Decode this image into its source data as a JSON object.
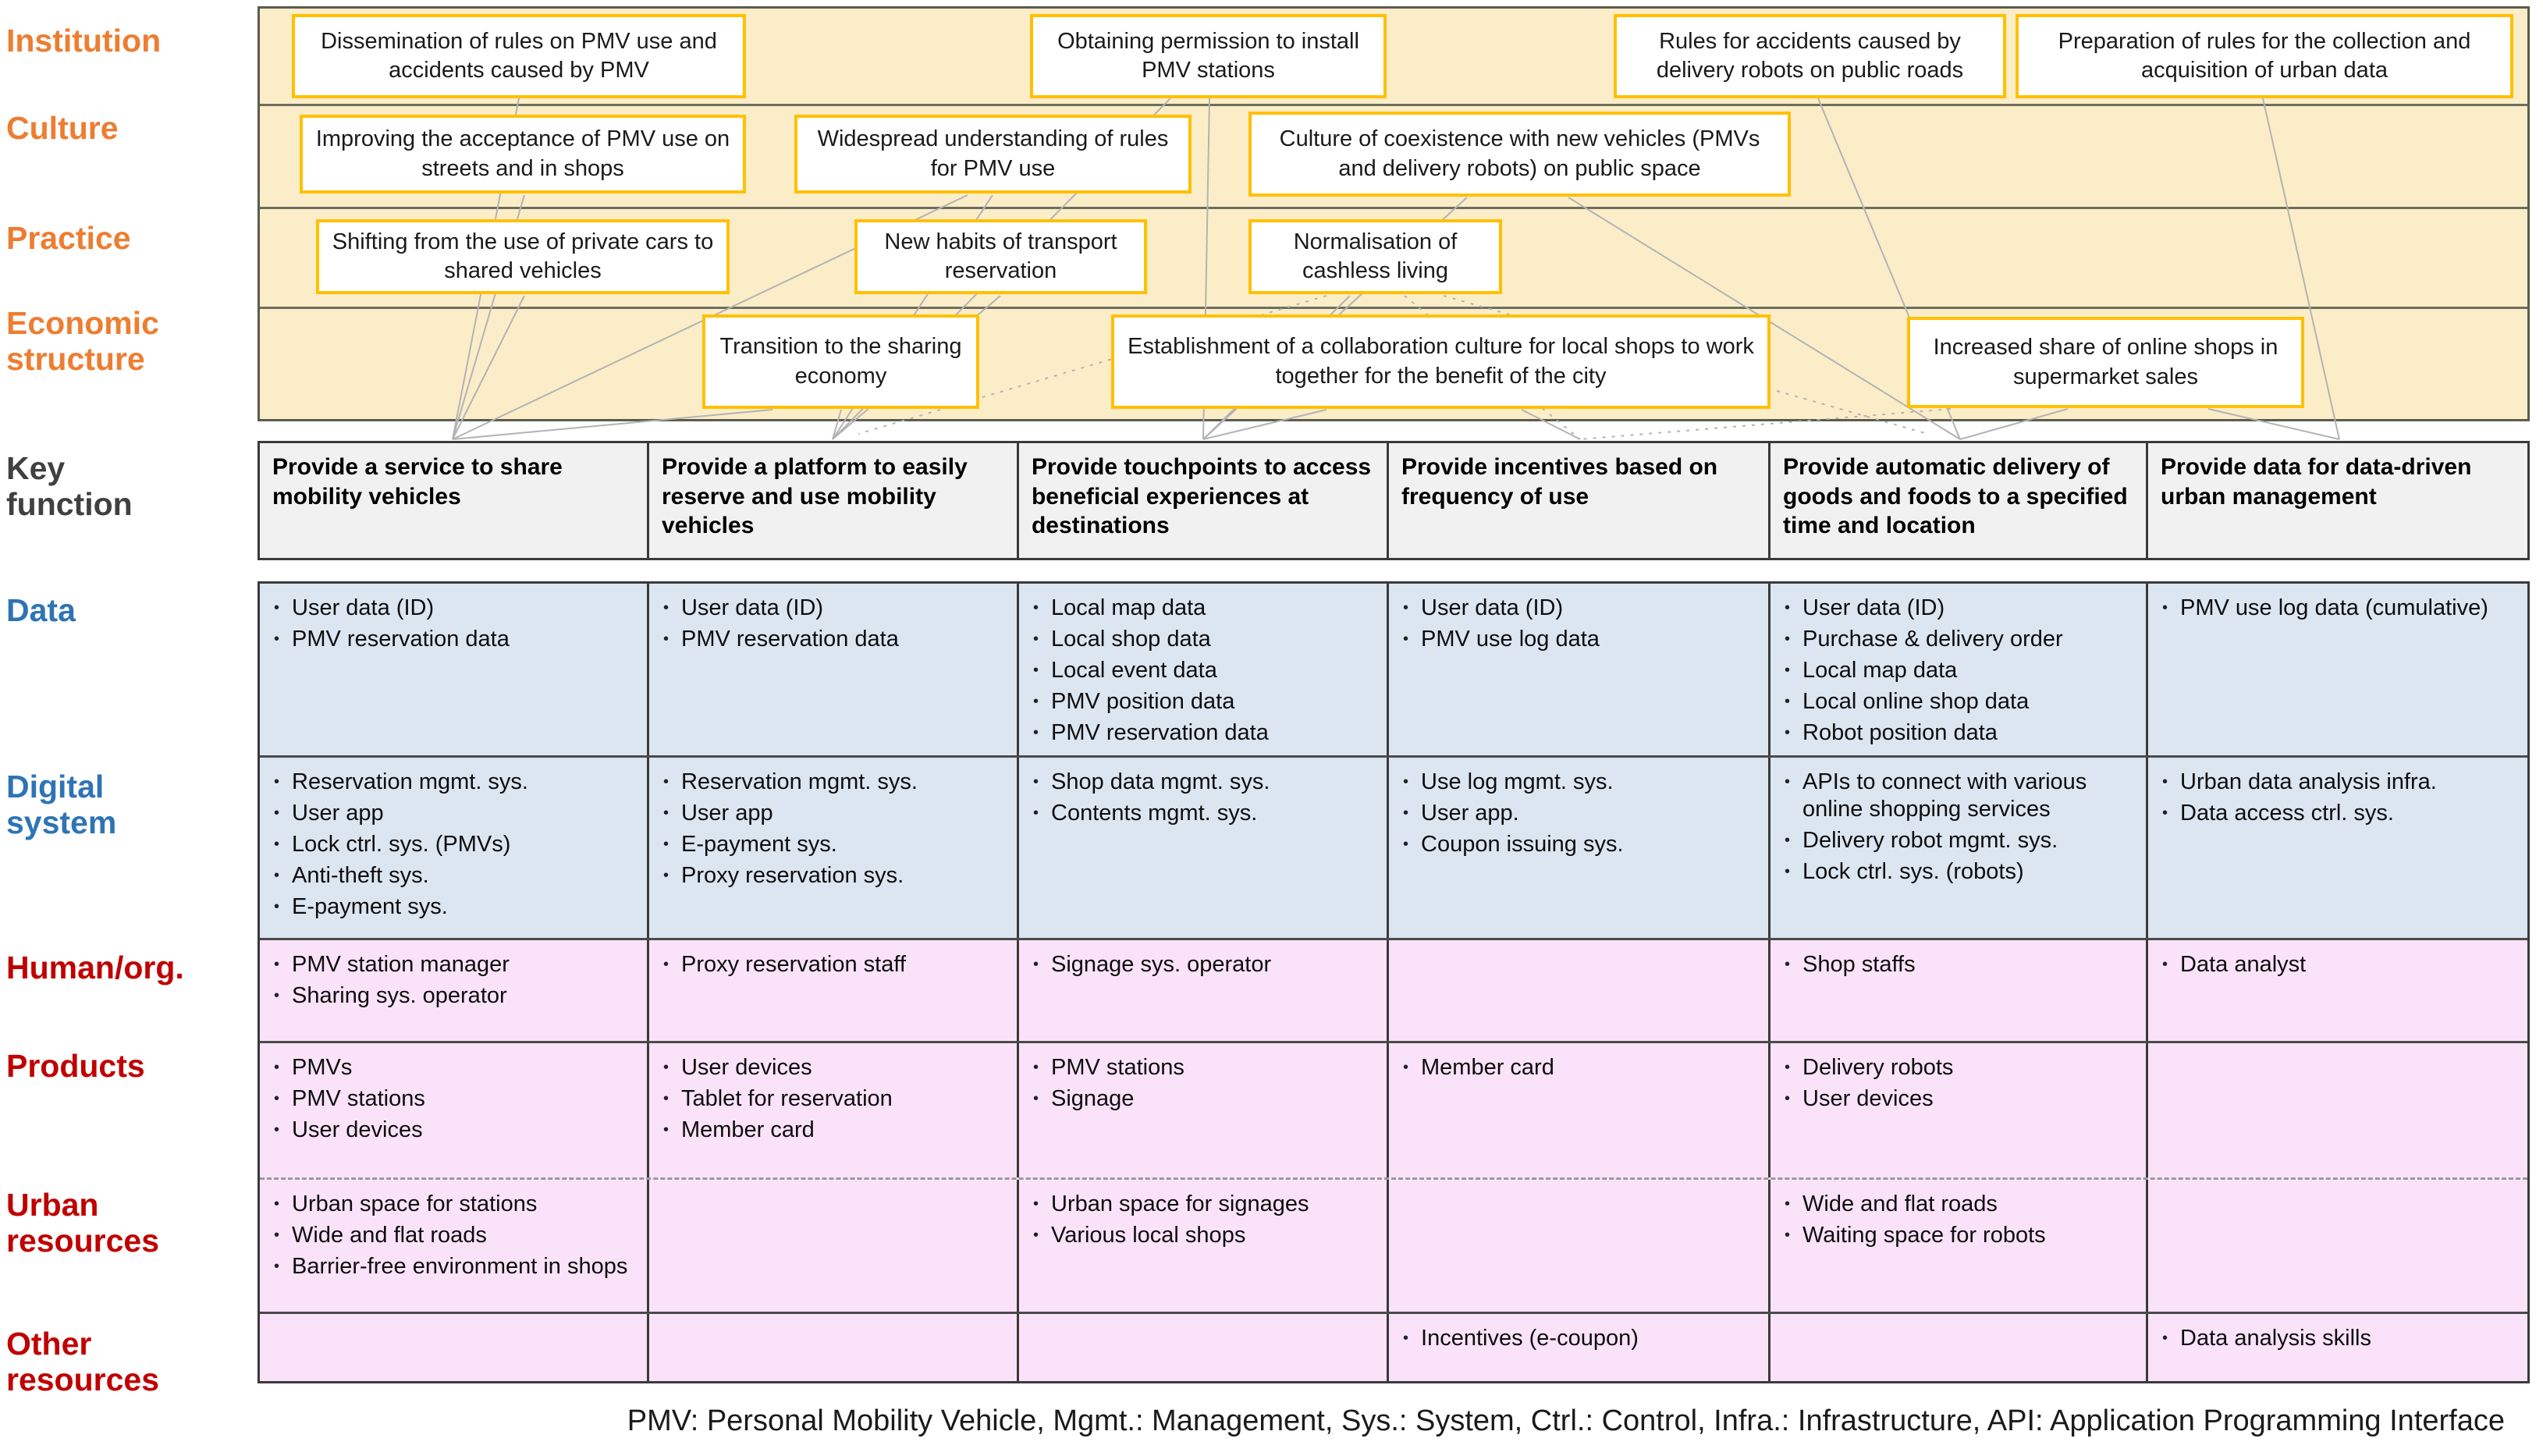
{
  "row_labels": {
    "institution": "Institution",
    "culture": "Culture",
    "practice": "Practice",
    "economic": "Economic structure",
    "key_function": "Key function",
    "data": "Data",
    "digital_system": "Digital system",
    "human_org": "Human/org.",
    "products": "Products",
    "urban_resources": "Urban resources",
    "other_resources": "Other resources"
  },
  "top_boxes": {
    "institution": [
      "Dissemination of rules on PMV use and accidents caused by PMV",
      "Obtaining permission to install PMV stations",
      "Rules for accidents caused by delivery robots on public roads",
      "Preparation of rules for the collection and acquisition of urban data"
    ],
    "culture": [
      "Improving the acceptance of PMV use on streets and in shops",
      "Widespread understanding of rules for PMV use",
      "Culture of coexistence with new vehicles (PMVs and delivery robots) on public space"
    ],
    "practice": [
      "Shifting from the use of private cars to shared vehicles",
      "New habits of transport reservation",
      "Normalisation of cashless living"
    ],
    "economic": [
      "Transition to the sharing economy",
      "Establishment of a collaboration culture for local shops to work together for the benefit of the city",
      "Increased share of online shops in supermarket sales"
    ]
  },
  "key_functions": [
    "Provide a service to share mobility vehicles",
    "Provide a platform to easily reserve and use mobility vehicles",
    "Provide touchpoints to access beneficial experiences at destinations",
    "Provide incentives based on frequency of use",
    "Provide automatic delivery of goods and foods to a specified time and location",
    "Provide data for data-driven urban management"
  ],
  "rows": {
    "data": [
      [
        "User data (ID)",
        "PMV reservation data"
      ],
      [
        "User data (ID)",
        "PMV reservation data"
      ],
      [
        "Local map data",
        "Local shop data",
        "Local event data",
        "PMV position data",
        "PMV reservation data"
      ],
      [
        "User data (ID)",
        "PMV use log data"
      ],
      [
        "User data (ID)",
        "Purchase & delivery order",
        "Local map data",
        "Local online shop data",
        "Robot position data"
      ],
      [
        "PMV use log data (cumulative)"
      ]
    ],
    "digital_system": [
      [
        "Reservation mgmt. sys.",
        "User app",
        "Lock ctrl. sys. (PMVs)",
        "Anti-theft sys.",
        "E-payment sys."
      ],
      [
        "Reservation mgmt. sys.",
        "User app",
        "E-payment sys.",
        "Proxy reservation sys."
      ],
      [
        "Shop data mgmt. sys.",
        "Contents mgmt. sys."
      ],
      [
        "Use log mgmt. sys.",
        "User app.",
        "Coupon issuing sys."
      ],
      [
        "APIs to connect with various online shopping services",
        "Delivery robot mgmt. sys.",
        "Lock ctrl. sys. (robots)"
      ],
      [
        "Urban data analysis infra.",
        "Data access ctrl. sys."
      ]
    ],
    "human_org": [
      [
        "PMV station manager",
        "Sharing sys. operator"
      ],
      [
        "Proxy reservation staff"
      ],
      [
        "Signage sys. operator"
      ],
      [],
      [
        "Shop staffs"
      ],
      [
        "Data analyst"
      ]
    ],
    "products": [
      [
        "PMVs",
        "PMV stations",
        "User devices"
      ],
      [
        "User devices",
        "Tablet for reservation",
        "Member card"
      ],
      [
        "PMV stations",
        "Signage"
      ],
      [
        "Member card"
      ],
      [
        "Delivery robots",
        "User devices"
      ],
      []
    ],
    "urban_resources": [
      [
        "Urban space for stations",
        "Wide and flat roads",
        "Barrier-free environment in shops"
      ],
      [],
      [
        "Urban space for signages",
        "Various local shops"
      ],
      [],
      [
        "Wide and flat roads",
        "Waiting space for robots"
      ],
      []
    ],
    "other_resources": [
      [],
      [],
      [],
      [
        "Incentives (e-coupon)"
      ],
      [],
      [
        "Data analysis skills"
      ]
    ]
  },
  "footer": "PMV: Personal Mobility Vehicle, Mgmt.: Management, Sys.: System, Ctrl.: Control, Infra.: Infrastructure, API: Application Programming Interface",
  "colors": {
    "institution_label": "#ED7D31",
    "key_function_label": "#404040",
    "data_label": "#2E74B5",
    "resource_label": "#C00000",
    "top_section_bg": "#FCEDC9",
    "top_box_border": "#FFC000",
    "blue_row_bg": "#DCE6F1",
    "pink_row_bg": "#FAE3F9",
    "grid_border": "#3A3A3A",
    "connector_line": "#B3B3B3"
  }
}
